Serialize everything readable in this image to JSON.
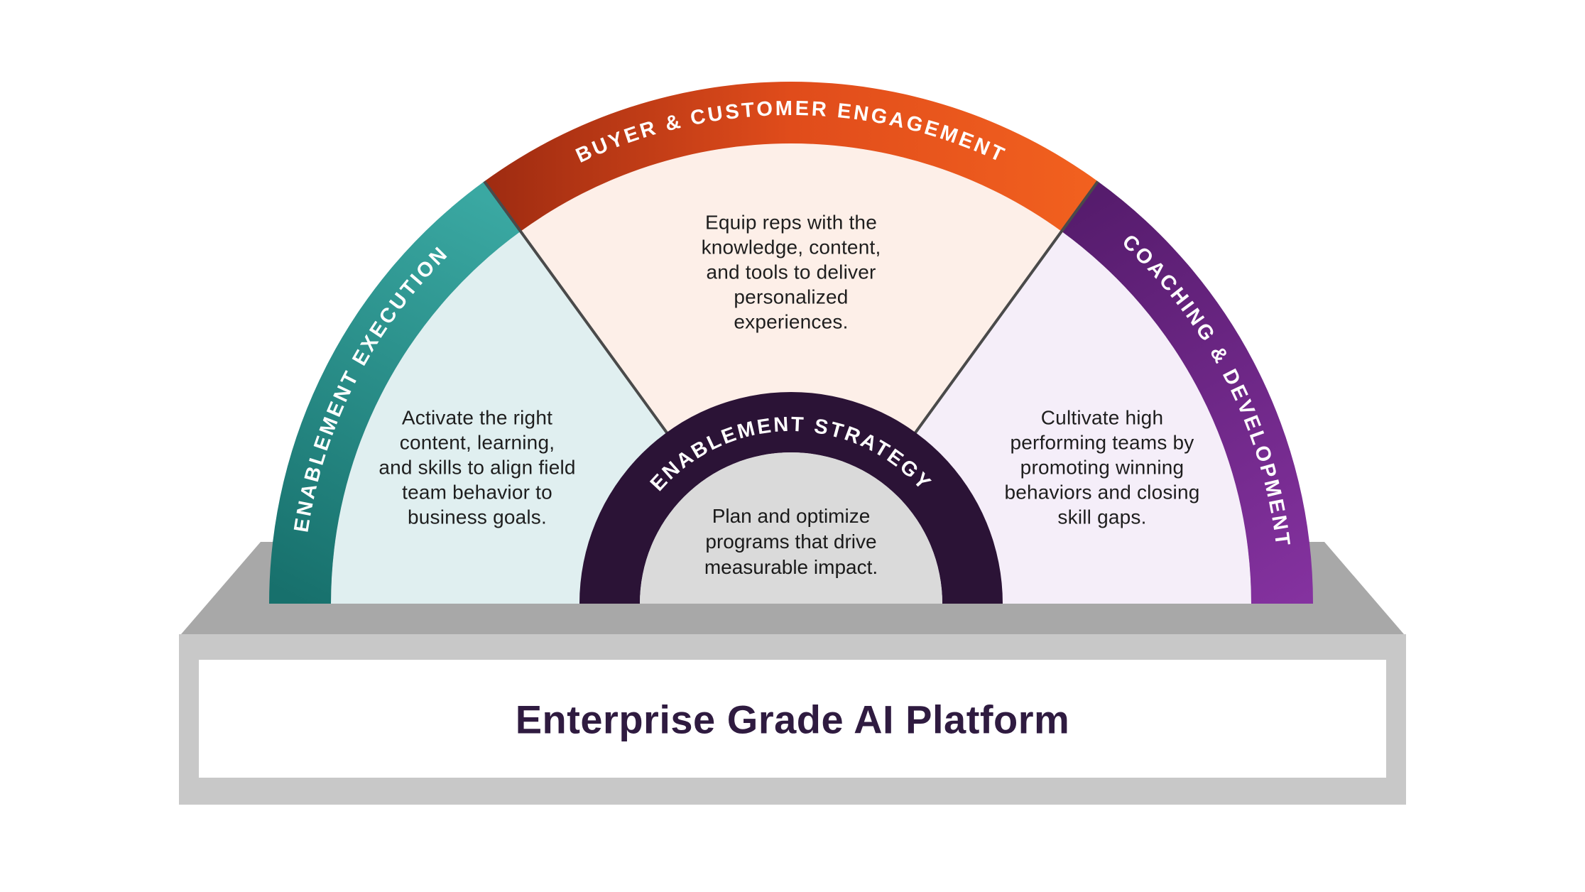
{
  "diagram": {
    "segments": [
      {
        "id": "enablement-execution",
        "label": "ENABLEMENT EXECUTION",
        "description": "Activate the right\ncontent, learning,\nand skills to align field\nteam behavior to\nbusiness goals.",
        "band_color_start": "#17706c",
        "band_color_end": "#3aa8a2",
        "fill_color": "#e0eff0"
      },
      {
        "id": "buyer-customer-engagement",
        "label": "BUYER & CUSTOMER ENGAGEMENT",
        "description": "Equip reps with the\nknowledge, content,\nand tools to deliver\npersonalized\nexperiences.",
        "band_color_start": "#9e2b11",
        "band_color_mid": "#e04c1b",
        "band_color_end": "#f2611f",
        "fill_color": "#fdefe8"
      },
      {
        "id": "coaching-development",
        "label": "COACHING & DEVELOPMENT",
        "description": "Cultivate high\nperforming teams by\npromoting winning\nbehaviors and closing\nskill gaps.",
        "band_color_start": "#561c6d",
        "band_color_end": "#8532a0",
        "fill_color": "#f5eef9"
      }
    ],
    "hub": {
      "label": "ENABLEMENT STRATEGY",
      "description": "Plan and optimize\nprograms that drive\nmeasurable impact.",
      "ring_color": "#2b1336",
      "fill_color": "#dadada"
    },
    "divider_color": "#4a4a4a",
    "platform": {
      "title": "Enterprise Grade AI Platform",
      "title_color": "#2f1b40",
      "top_color": "#a8a8a8",
      "front_color": "#c8c8c8",
      "panel_color": "#ffffff"
    }
  }
}
